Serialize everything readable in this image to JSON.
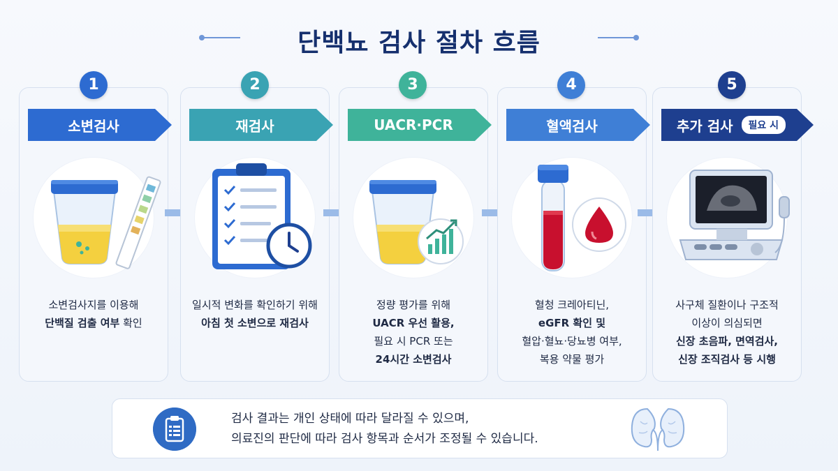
{
  "title": "단백뇨 검사 절차 흐름",
  "steps": [
    {
      "number": "1",
      "label": "소변검사",
      "color": "#2d6bd1",
      "desc_line1": "소변검사지를 이용해",
      "desc_line2_bold": "단백질 검출 여부",
      "desc_line2_tail": " 확인"
    },
    {
      "number": "2",
      "label": "재검사",
      "color": "#3aa3b3",
      "desc_line1": "일시적 변화를 확인하기 위해",
      "desc_line2_bold": "아침 첫 소변으로 재검사"
    },
    {
      "number": "3",
      "label": "UACR·PCR",
      "color": "#3fb39a",
      "desc_line1": "정량 평가를 위해",
      "desc_line2_bold": "UACR 우선 활용,",
      "desc_line3": "필요 시 PCR 또는",
      "desc_line4_bold": "24시간 소변검사"
    },
    {
      "number": "4",
      "label": "혈액검사",
      "color": "#3f7fd6",
      "desc_line1": "혈청 크레아티닌,",
      "desc_line2_bold": "eGFR 확인 및",
      "desc_line3": "혈압·혈뇨·당뇨병 여부,",
      "desc_line4": "복용 약물 평가"
    },
    {
      "number": "5",
      "label": "추가 검사",
      "tag": "필요 시",
      "color": "#1e3f8f",
      "desc_line1": "사구체 질환이나 구조적",
      "desc_line2": "이상이 의심되면",
      "desc_line3_bold": "신장 초음파, 면역검사,",
      "desc_line4_bold": "신장 조직검사 등 시행"
    }
  ],
  "footer": {
    "line1": "검사 결과는 개인 상태에 따라 달라질 수 있으며,",
    "line2": "의료진의 판단에 따라 검사 항목과 순서가 조정될 수 있습니다."
  },
  "icons": {
    "step1": "urine-cup-and-test-strip-icon",
    "step2": "clipboard-checklist-with-clock-icon",
    "step3": "urine-cup-with-chart-icon",
    "step4": "blood-tube-and-drop-icon",
    "step5": "ultrasound-machine-icon",
    "footer_left": "clipboard-icon",
    "footer_right": "kidney-icon"
  }
}
